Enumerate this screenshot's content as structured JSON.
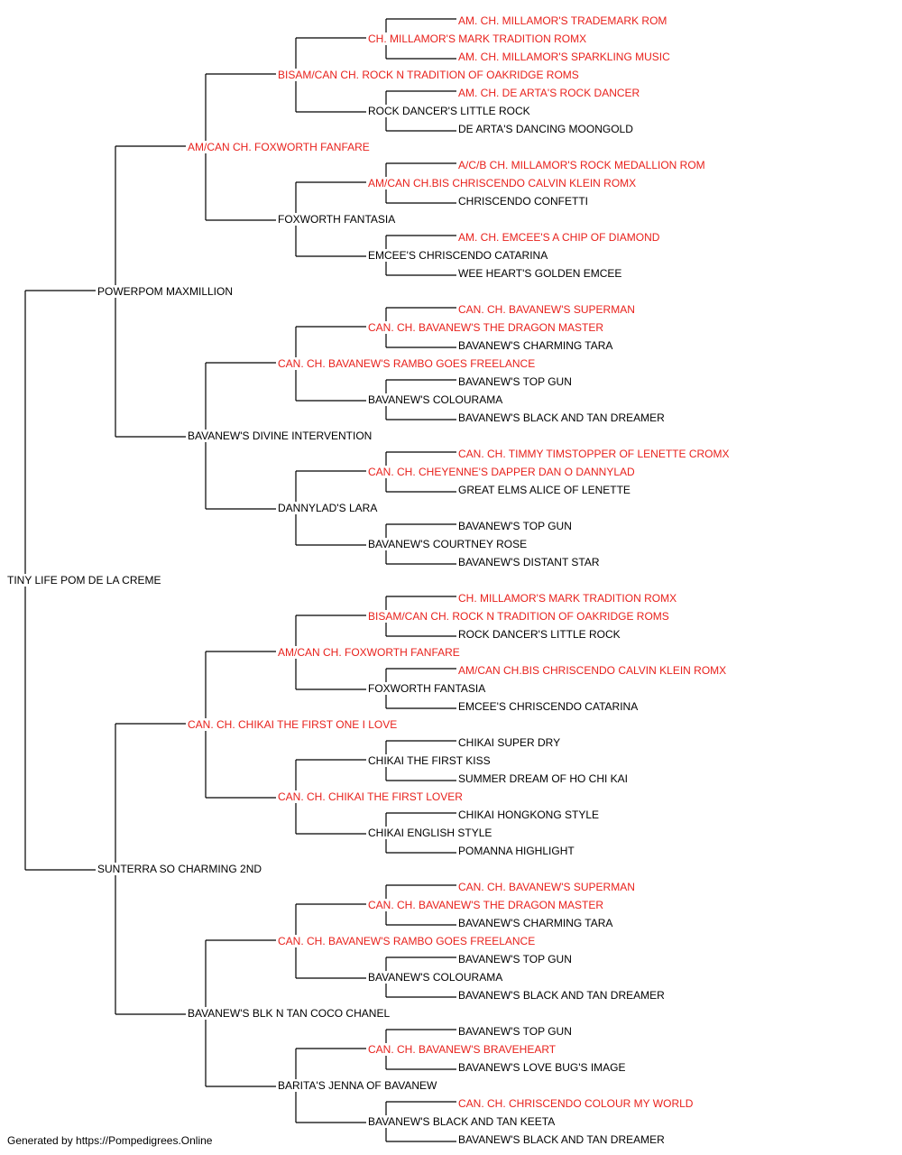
{
  "colors": {
    "champion": "#e8211c",
    "normal": "#000000",
    "line": "#000000"
  },
  "subject": {
    "name": "TINY LIFE POM DE LA CREME",
    "champion": false
  },
  "footer": "Generated by https://Pompedigrees.Online",
  "pedigree": [
    {
      "name": "TINY LIFE POM DE LA CREME",
      "champion": false
    },
    {
      "name": "POWERPOM MAXMILLION",
      "champion": false
    },
    {
      "name": "SUNTERRA SO CHARMING 2ND",
      "champion": false
    },
    {
      "name": "AM/CAN CH. FOXWORTH FANFARE",
      "champion": true
    },
    {
      "name": "BAVANEW'S DIVINE INTERVENTION",
      "champion": false
    },
    {
      "name": "CAN. CH. CHIKAI THE FIRST ONE I LOVE",
      "champion": true
    },
    {
      "name": "BAVANEW'S BLK N TAN COCO CHANEL",
      "champion": false
    },
    {
      "name": "BISAM/CAN CH. ROCK N TRADITION OF OAKRIDGE ROMS",
      "champion": true
    },
    {
      "name": "FOXWORTH FANTASIA",
      "champion": false
    },
    {
      "name": "CAN. CH. BAVANEW'S RAMBO GOES FREELANCE",
      "champion": true
    },
    {
      "name": "DANNYLAD'S LARA",
      "champion": false
    },
    {
      "name": "AM/CAN CH. FOXWORTH FANFARE",
      "champion": true
    },
    {
      "name": "CAN. CH. CHIKAI THE FIRST LOVER",
      "champion": true
    },
    {
      "name": "CAN. CH. BAVANEW'S RAMBO GOES FREELANCE",
      "champion": true
    },
    {
      "name": "BARITA'S JENNA OF BAVANEW",
      "champion": false
    },
    {
      "name": "CH. MILLAMOR'S MARK TRADITION ROMX",
      "champion": true
    },
    {
      "name": "ROCK DANCER'S LITTLE ROCK",
      "champion": false
    },
    {
      "name": "AM/CAN CH.BIS CHRISCENDO CALVIN KLEIN ROMX",
      "champion": true
    },
    {
      "name": "EMCEE'S CHRISCENDO CATARINA",
      "champion": false
    },
    {
      "name": "CAN. CH. BAVANEW'S THE DRAGON MASTER",
      "champion": true
    },
    {
      "name": "BAVANEW'S COLOURAMA",
      "champion": false
    },
    {
      "name": "CAN. CH. CHEYENNE'S DAPPER DAN O DANNYLAD",
      "champion": true
    },
    {
      "name": "BAVANEW'S COURTNEY ROSE",
      "champion": false
    },
    {
      "name": "BISAM/CAN CH. ROCK N TRADITION OF OAKRIDGE ROMS",
      "champion": true
    },
    {
      "name": "FOXWORTH FANTASIA",
      "champion": false
    },
    {
      "name": "CHIKAI THE FIRST KISS",
      "champion": false
    },
    {
      "name": "CHIKAI ENGLISH STYLE",
      "champion": false
    },
    {
      "name": "CAN. CH. BAVANEW'S THE DRAGON MASTER",
      "champion": true
    },
    {
      "name": "BAVANEW'S COLOURAMA",
      "champion": false
    },
    {
      "name": "CAN. CH. BAVANEW'S BRAVEHEART",
      "champion": true
    },
    {
      "name": "BAVANEW'S BLACK AND TAN KEETA",
      "champion": false
    },
    {
      "name": "AM. CH. MILLAMOR'S TRADEMARK ROM",
      "champion": true
    },
    {
      "name": "AM. CH. MILLAMOR'S SPARKLING MUSIC",
      "champion": true
    },
    {
      "name": "AM. CH. DE ARTA'S ROCK DANCER",
      "champion": true
    },
    {
      "name": "DE ARTA'S DANCING MOONGOLD",
      "champion": false
    },
    {
      "name": "A/C/B CH. MILLAMOR'S ROCK MEDALLION ROM",
      "champion": true
    },
    {
      "name": "CHRISCENDO CONFETTI",
      "champion": false
    },
    {
      "name": "AM. CH. EMCEE'S A CHIP OF DIAMOND",
      "champion": true
    },
    {
      "name": "WEE HEART'S GOLDEN EMCEE",
      "champion": false
    },
    {
      "name": "CAN. CH. BAVANEW'S SUPERMAN",
      "champion": true
    },
    {
      "name": "BAVANEW'S CHARMING TARA",
      "champion": false
    },
    {
      "name": "BAVANEW'S TOP GUN",
      "champion": false
    },
    {
      "name": "BAVANEW'S BLACK AND TAN DREAMER",
      "champion": false
    },
    {
      "name": "CAN. CH. TIMMY TIMSTOPPER OF LENETTE CROMX",
      "champion": true
    },
    {
      "name": "GREAT ELMS ALICE OF LENETTE",
      "champion": false
    },
    {
      "name": "BAVANEW'S TOP GUN",
      "champion": false
    },
    {
      "name": "BAVANEW'S DISTANT STAR",
      "champion": false
    },
    {
      "name": "CH. MILLAMOR'S MARK TRADITION ROMX",
      "champion": true
    },
    {
      "name": "ROCK DANCER'S LITTLE ROCK",
      "champion": false
    },
    {
      "name": "AM/CAN CH.BIS CHRISCENDO CALVIN KLEIN ROMX",
      "champion": true
    },
    {
      "name": "EMCEE'S CHRISCENDO CATARINA",
      "champion": false
    },
    {
      "name": "CHIKAI SUPER DRY",
      "champion": false
    },
    {
      "name": "SUMMER DREAM OF HO CHI KAI",
      "champion": false
    },
    {
      "name": "CHIKAI HONGKONG STYLE",
      "champion": false
    },
    {
      "name": "POMANNA HIGHLIGHT",
      "champion": false
    },
    {
      "name": "CAN. CH. BAVANEW'S SUPERMAN",
      "champion": true
    },
    {
      "name": "BAVANEW'S CHARMING TARA",
      "champion": false
    },
    {
      "name": "BAVANEW'S TOP GUN",
      "champion": false
    },
    {
      "name": "BAVANEW'S BLACK AND TAN DREAMER",
      "champion": false
    },
    {
      "name": "BAVANEW'S TOP GUN",
      "champion": false
    },
    {
      "name": "BAVANEW'S LOVE BUG'S IMAGE",
      "champion": false
    },
    {
      "name": "CAN. CH. CHRISCENDO COLOUR MY WORLD",
      "champion": true
    },
    {
      "name": "BAVANEW'S BLACK AND TAN DREAMER",
      "champion": false
    }
  ]
}
